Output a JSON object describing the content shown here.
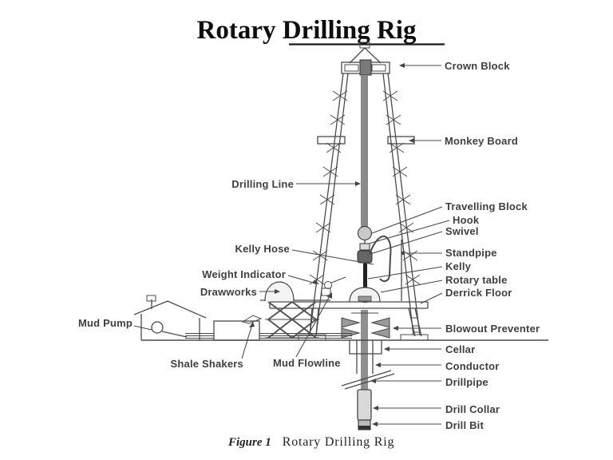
{
  "slide": {
    "title": "Rotary Drilling Rig",
    "caption_figure": "Figure 1",
    "caption_text": "Rotary Drilling Rig"
  },
  "labels": {
    "crown_block": "Crown Block",
    "monkey_board": "Monkey Board",
    "drilling_line": "Drilling Line",
    "travelling_block": "Travelling Block",
    "hook": "Hook",
    "swivel": "Swivel",
    "standpipe": "Standpipe",
    "kelly_hose": "Kelly Hose",
    "kelly": "Kelly",
    "weight_indicator": "Weight Indicator",
    "rotary_table": "Rotary table",
    "drawworks": "Drawworks",
    "derrick_floor": "Derrick Floor",
    "mud_pump": "Mud Pump",
    "blowout_preventer": "Blowout Preventer",
    "cellar": "Cellar",
    "shale_shakers": "Shale Shakers",
    "mud_flowline": "Mud Flowline",
    "conductor": "Conductor",
    "drillpipe": "Drillpipe",
    "drill_collar": "Drill Collar",
    "drill_bit": "Drill Bit"
  },
  "colors": {
    "background": "#ffffff",
    "line": "#4a4a4a",
    "label_text": "#3f3f3f",
    "title_text": "#0d0d0d",
    "pipe_gray": "#8a8a8a",
    "kelly_black": "#222222"
  }
}
